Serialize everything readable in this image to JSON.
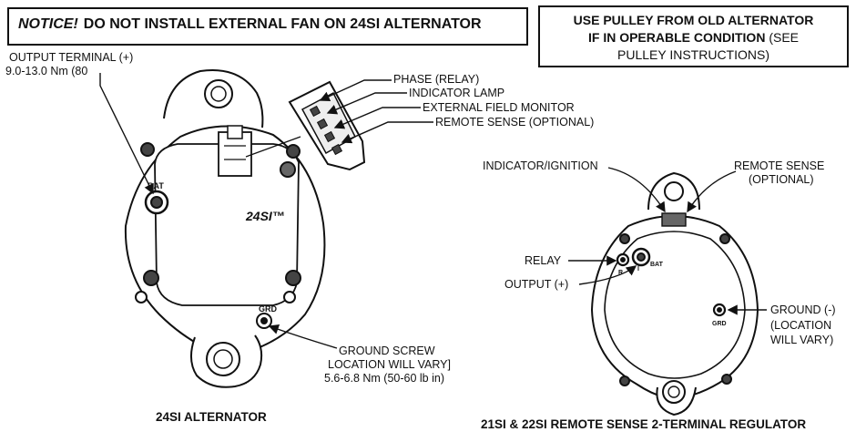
{
  "notice": {
    "prefix": "NOTICE!",
    "text": "DO NOT INSTALL EXTERNAL FAN ON 24SI ALTERNATOR"
  },
  "pulley": {
    "line1": "USE PULLEY FROM OLD ALTERNATOR",
    "line2": "IF IN OPERABLE CONDITION",
    "line2_extra": "(SEE",
    "line3": "PULLEY INSTRUCTIONS)"
  },
  "left_labels": {
    "output_terminal": "OUTPUT TERMINAL (+)",
    "output_torque": "9.0-13.0 Nm (80",
    "phase": "PHASE (RELAY)",
    "indicator_lamp": "INDICATOR LAMP",
    "external_field": "EXTERNAL FIELD MONITOR",
    "remote_sense": "REMOTE SENSE (OPTIONAL)",
    "bat_mark": "BAT",
    "model_mark": "24SI™",
    "grd_mark": "GRD",
    "ground_screw": "GROUND SCREW",
    "ground_location": "LOCATION WILL VARY]",
    "ground_torque": "5.6-6.8 Nm (50-60 lb in)"
  },
  "right_labels": {
    "indicator_ignition": "INDICATOR/IGNITION",
    "remote_sense_1": "REMOTE SENSE",
    "remote_sense_2": "(OPTIONAL)",
    "relay": "RELAY",
    "output": "OUTPUT (+)",
    "ground_1": "GROUND (-)",
    "ground_2": "(LOCATION",
    "ground_3": "WILL VARY)",
    "r_mark": "R",
    "i_mark": "I",
    "bat_mark": "BAT",
    "grd_mark": "GRD"
  },
  "captions": {
    "left": "24SI ALTERNATOR",
    "right": "21SI & 22SI REMOTE SENSE 2-TERMINAL REGULATOR"
  }
}
